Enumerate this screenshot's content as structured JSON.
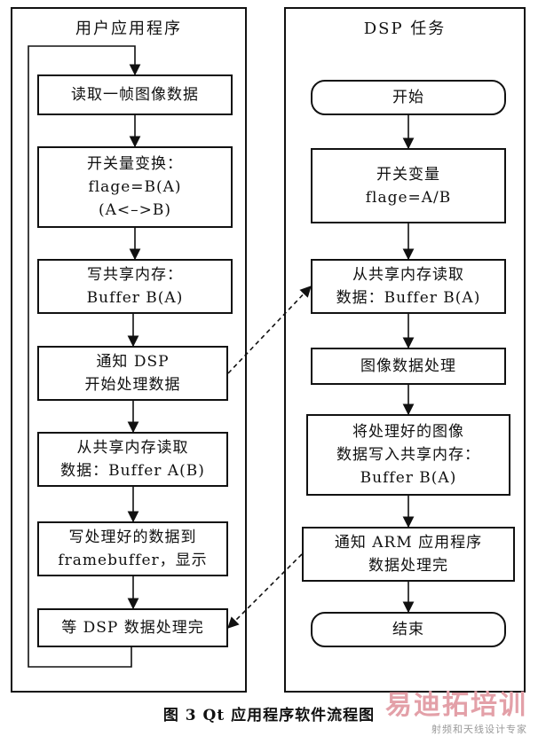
{
  "left": {
    "title": "用户应用程序",
    "steps": [
      {
        "lines": [
          "读取一帧图像数据"
        ]
      },
      {
        "lines": [
          "开关量变换：",
          "flage=B(A)",
          "(A<–>B)"
        ]
      },
      {
        "lines": [
          "写共享内存：",
          "Buffer B(A)"
        ]
      },
      {
        "lines": [
          "通知 DSP",
          "开始处理数据"
        ]
      },
      {
        "lines": [
          "从共享内存读取",
          "数据：Buffer A(B)"
        ]
      },
      {
        "lines": [
          "写处理好的数据到",
          "framebuffer，显示"
        ]
      },
      {
        "lines": [
          "等 DSP 数据处理完"
        ]
      }
    ]
  },
  "right": {
    "title": "DSP 任务",
    "steps": [
      {
        "lines": [
          "开始"
        ]
      },
      {
        "lines": [
          "开关变量",
          "flage=A/B"
        ]
      },
      {
        "lines": [
          "从共享内存读取",
          "数据：Buffer B(A)"
        ]
      },
      {
        "lines": [
          "图像数据处理"
        ]
      },
      {
        "lines": [
          "将处理好的图像",
          "数据写入共享内存：",
          "Buffer B(A)"
        ]
      },
      {
        "lines": [
          "通知 ARM 应用程序",
          "数据处理完"
        ]
      },
      {
        "lines": [
          "结束"
        ]
      }
    ]
  },
  "caption": "图 3  Qt 应用程序软件流程图",
  "watermark": {
    "brand": "易迪拓培训",
    "sub": "射频和天线设计专家"
  }
}
